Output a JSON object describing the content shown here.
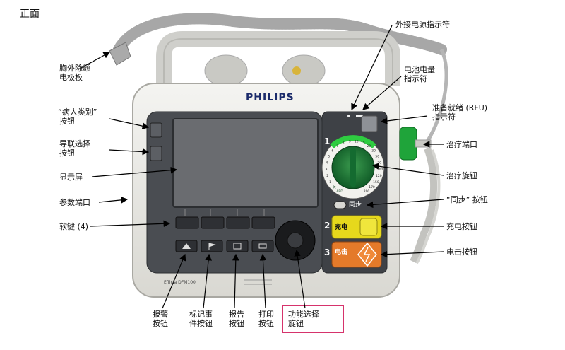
{
  "view_title": "正面",
  "brand": "PHILIPS",
  "model": "Efficia DFM100",
  "device": {
    "step1": "1",
    "step2": "2",
    "step3": "3",
    "sync_label": "同步",
    "charge_label": "充电",
    "shock_label": "电击",
    "dial_marks": [
      "AED",
      "关",
      "1",
      "2",
      "3",
      "4",
      "5",
      "6",
      "7",
      "8",
      "9",
      "10",
      "15",
      "20",
      "30",
      "50",
      "70",
      "100",
      "120",
      "150",
      "170",
      "200"
    ]
  },
  "labels": {
    "pads": [
      "胸外除颤",
      "电极板"
    ],
    "patient_type": [
      "“病人类别”",
      "按钮"
    ],
    "lead_select": [
      "导联选择",
      "按钮"
    ],
    "display": "显示屏",
    "param_port": "参数端口",
    "softkeys": "软键 (4)",
    "ext_power": "外接电源指示符",
    "battery": [
      "电池电量",
      "指示符"
    ],
    "rfu": [
      "准备就绪 (RFU)",
      "指示符"
    ],
    "therapy_port": "治疗端口",
    "therapy_knob": "治疗旋钮",
    "sync_btn": "“同步” 按钮",
    "charge_btn": "充电按钮",
    "shock_btn": "电击按钮",
    "alarm_btn": [
      "报警",
      "按钮"
    ],
    "mark_btn": [
      "标记事",
      "件按钮"
    ],
    "report_btn": [
      "报告",
      "按钮"
    ],
    "print_btn": [
      "打印",
      "按钮"
    ],
    "nav_knob": [
      "功能选择",
      "旋钮"
    ]
  },
  "colors": {
    "green": "#1f8a3a",
    "yellow": "#e6d81c",
    "orange": "#e47a2a",
    "highlight": "#d6336c"
  }
}
